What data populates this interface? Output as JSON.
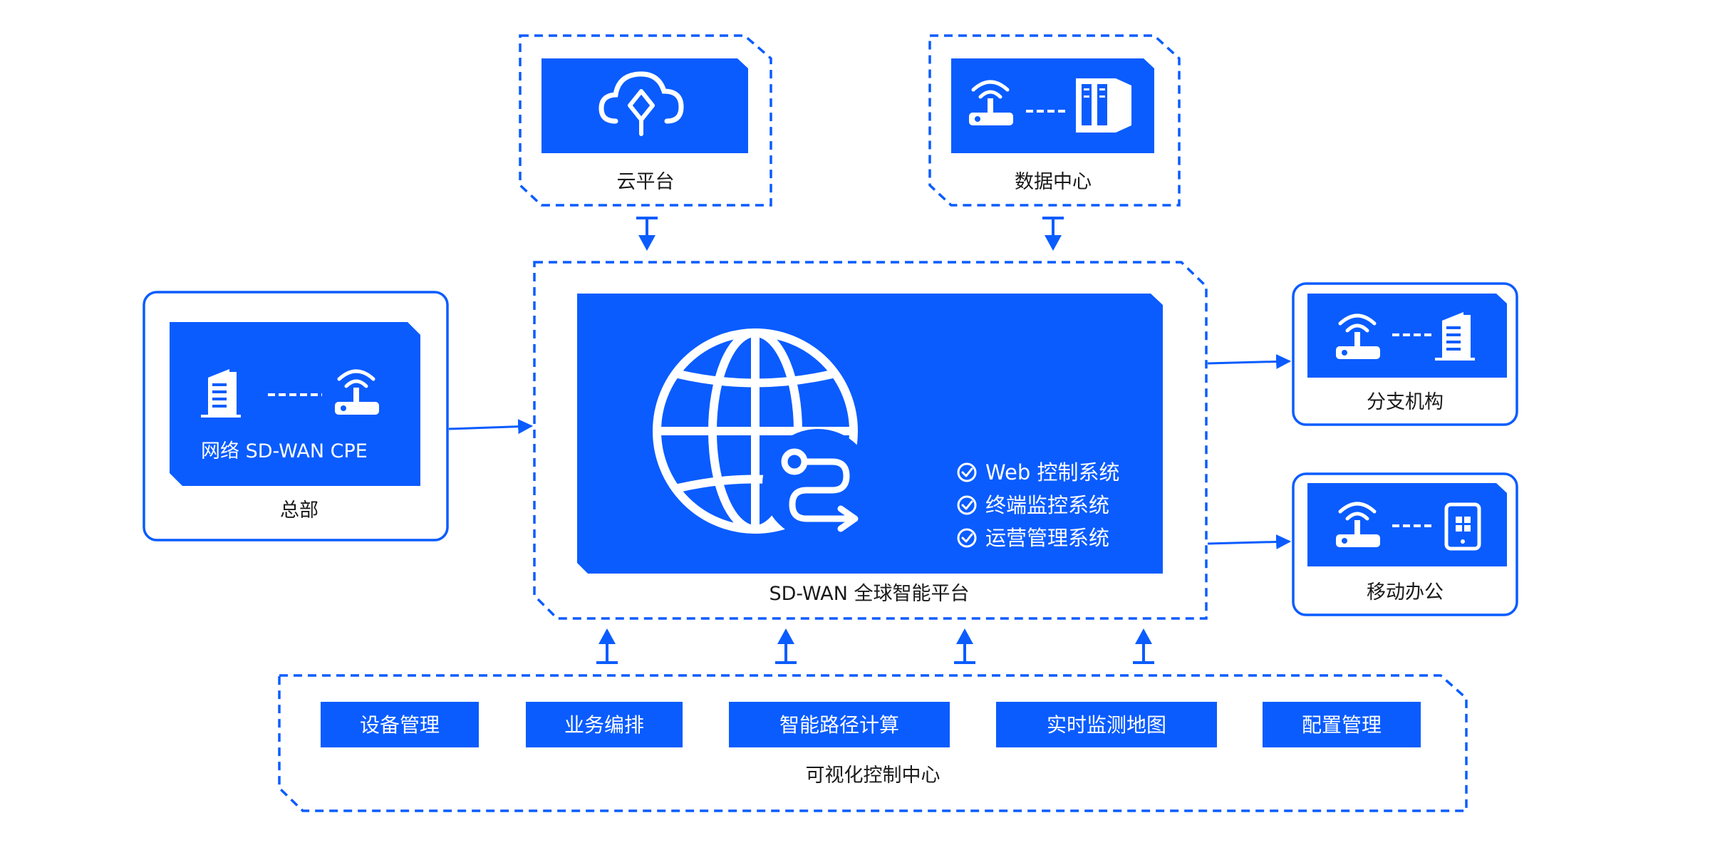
{
  "colors": {
    "primary": "#0a5cff",
    "text": "#1a1a1a",
    "white": "#ffffff"
  },
  "cloud_platform": {
    "label": "云平台",
    "icon": "cloud-icon"
  },
  "data_center": {
    "label": "数据中心",
    "icons": [
      "router-icon",
      "server-rack-icon"
    ]
  },
  "headquarters": {
    "label": "总部",
    "cpe_label": "网络 SD-WAN CPE",
    "icons": [
      "building-icon",
      "router-icon"
    ]
  },
  "global_platform": {
    "label": "SD-WAN 全球智能平台",
    "icon": "globe-route-icon",
    "systems": [
      "Web 控制系统",
      "终端监控系统",
      "运营管理系统"
    ]
  },
  "branch": {
    "label": "分支机构",
    "icons": [
      "router-icon",
      "building-icon"
    ]
  },
  "mobile_office": {
    "label": "移动办公",
    "icons": [
      "router-icon",
      "tablet-icon"
    ]
  },
  "control_center": {
    "label": "可视化控制中心",
    "modules": [
      "设备管理",
      "业务编排",
      "智能路径计算",
      "实时监测地图",
      "配置管理"
    ]
  }
}
